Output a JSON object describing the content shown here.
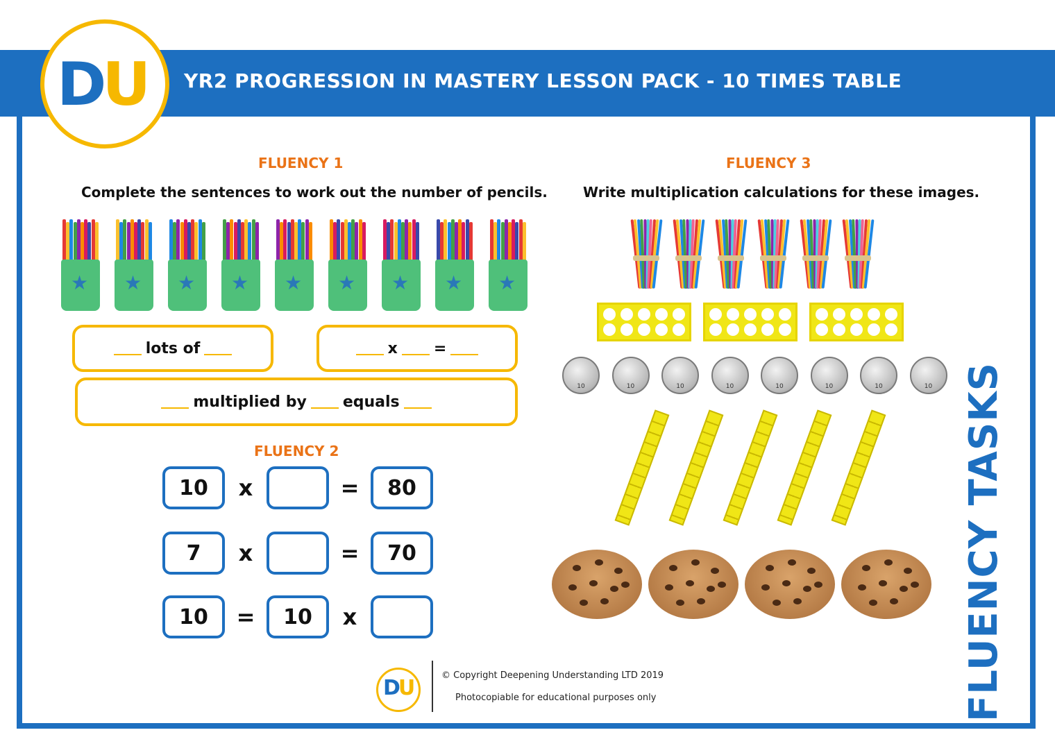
{
  "header": {
    "title": "YR2 PROGRESSION IN MASTERY LESSON PACK - 10 TIMES TABLE",
    "logo_d": "D",
    "logo_u": "U"
  },
  "fluency1": {
    "title": "FLUENCY 1",
    "instruction": "Complete the sentences to work out the number of pencils.",
    "cup_count": 9,
    "box1_text": "lots of",
    "box2_op1": "x",
    "box2_op2": "=",
    "box3_part1": "multiplied by",
    "box3_part2": "equals"
  },
  "fluency2": {
    "title": "FLUENCY 2",
    "rows": [
      {
        "a": "10",
        "op1": "x",
        "b": "",
        "op2": "=",
        "c": "80"
      },
      {
        "a": "7",
        "op1": "x",
        "b": "",
        "op2": "=",
        "c": "70"
      },
      {
        "a": "10",
        "op1": "=",
        "b": "10",
        "op2": "x",
        "c": ""
      }
    ]
  },
  "fluency3": {
    "title": "FLUENCY 3",
    "instruction": "Write multiplication calculations for these images.",
    "straw_bundles": 6,
    "ten_frames": 3,
    "coins": 8,
    "coin_value": "10",
    "ten_sticks": 5,
    "cookies": 4
  },
  "side_label": "FLUENCY TASKS",
  "footer": {
    "copyright": "© Copyright Deepening Understanding LTD 2019",
    "note": "Photocopiable for educational purposes only",
    "logo_d": "D",
    "logo_u": "U"
  },
  "colors": {
    "brand_blue": "#1d6fc0",
    "brand_yellow": "#f6b800",
    "section_orange": "#ea7317"
  }
}
